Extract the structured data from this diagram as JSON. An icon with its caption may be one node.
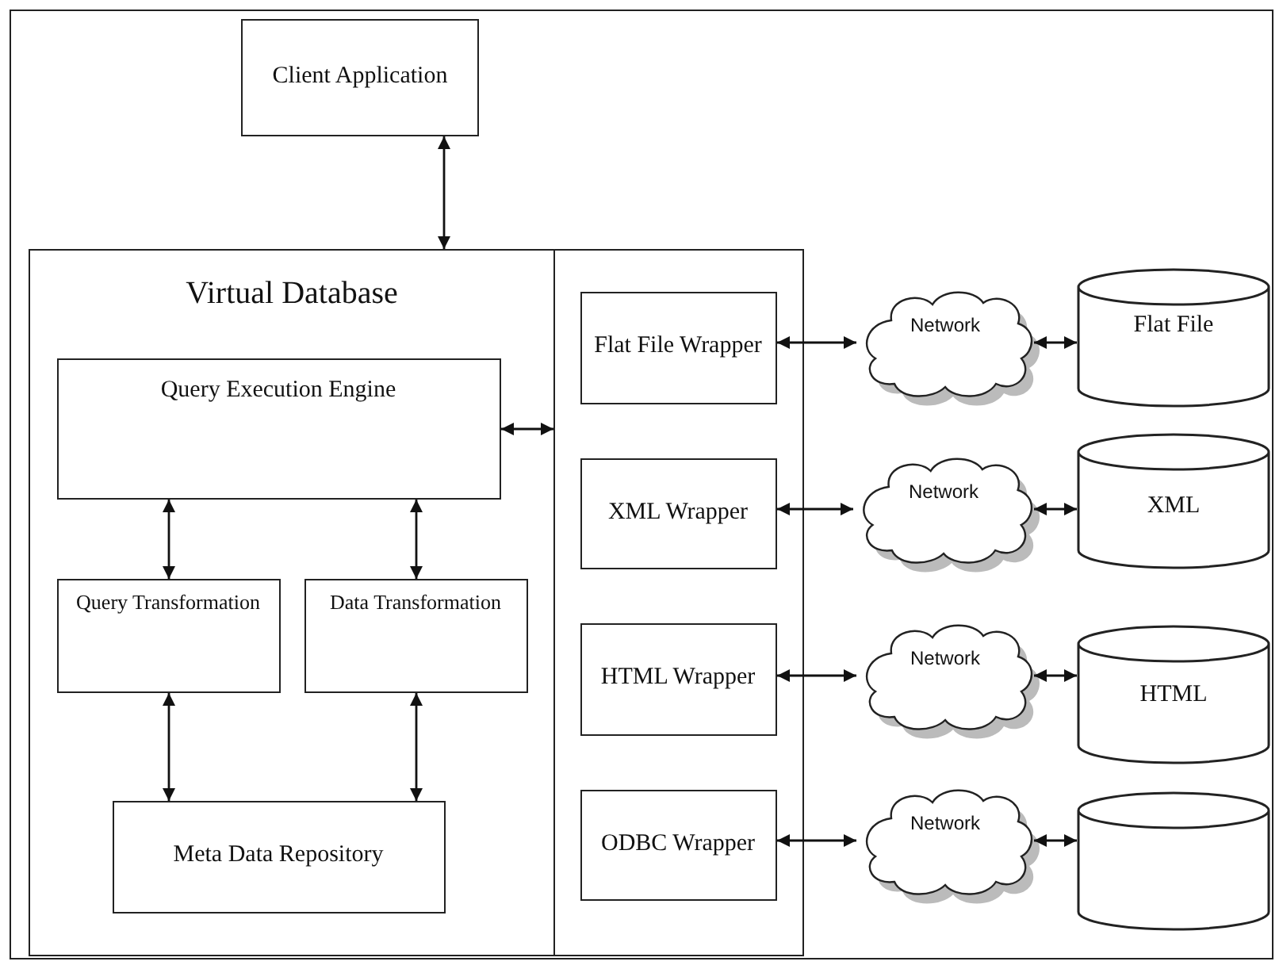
{
  "diagram": {
    "nodes": [
      {
        "text": [
          "Client Application"
        ]
      },
      {
        "text": [
          "Virtual Database"
        ]
      },
      {
        "text": [
          "Query Execution Engine"
        ],
        "in": 1
      },
      {
        "text": [
          "Query Transformation"
        ],
        "in": 1
      },
      {
        "text": [
          "Data Transformation"
        ],
        "in": 1
      },
      {
        "text": [
          "Meta Data Repository"
        ],
        "in": 1
      },
      {
        "text": [],
        "shape": "box"
      },
      {
        "text": [
          "Flat File Wrapper"
        ],
        "in": 6
      },
      {
        "text": [
          "XML Wrapper"
        ],
        "in": 6
      },
      {
        "text": [
          "HTML Wrapper"
        ],
        "in": 6
      },
      {
        "text": [
          "ODBC Wrapper"
        ],
        "in": 6
      },
      {
        "text": [
          "Network"
        ]
      },
      {
        "text": [
          "Network"
        ]
      },
      {
        "text": [
          "Network"
        ]
      },
      {
        "text": [
          "Network"
        ]
      },
      {
        "text": [
          "Flat File"
        ]
      },
      {
        "text": [
          "XML"
        ]
      },
      {
        "text": [
          "HTML"
        ]
      },
      {
        "text": [],
        "shape": "cylinder"
      }
    ],
    "edges": [
      {
        "from": 0,
        "to": 1,
        "arrow": "both"
      },
      {
        "from": 2,
        "to": 6,
        "arrow": "both"
      },
      {
        "from": 2,
        "to": 3,
        "arrow": "both"
      },
      {
        "from": 2,
        "to": 4,
        "arrow": "both"
      },
      {
        "from": 3,
        "to": 5,
        "arrow": "both"
      },
      {
        "from": 4,
        "to": 5,
        "arrow": "both"
      },
      {
        "from": 7,
        "to": 11,
        "arrow": "both"
      },
      {
        "from": 8,
        "to": 12,
        "arrow": "both"
      },
      {
        "from": 9,
        "to": 13,
        "arrow": "both"
      },
      {
        "from": 10,
        "to": 14,
        "arrow": "both"
      },
      {
        "from": 11,
        "to": 15,
        "arrow": "both"
      },
      {
        "from": 12,
        "to": 16,
        "arrow": "both"
      },
      {
        "from": 13,
        "to": 17,
        "arrow": "both"
      },
      {
        "from": 14,
        "to": 18,
        "arrow": "both"
      }
    ]
  }
}
